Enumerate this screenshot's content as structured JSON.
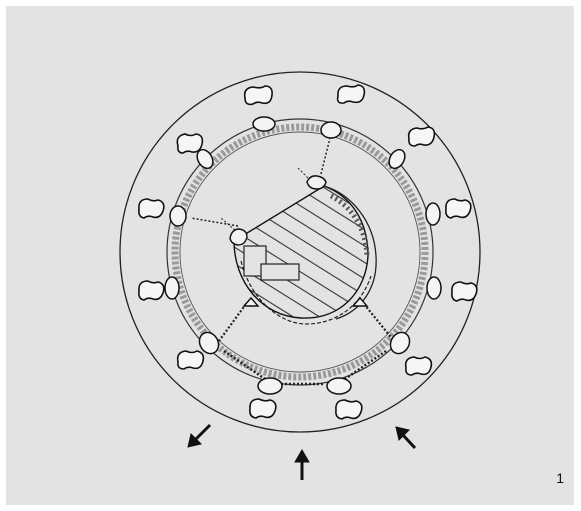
{
  "figure": {
    "panel_number": "1",
    "style": {
      "background": "#e3e3e3",
      "line_color": "#111111"
    },
    "arrows": [
      {
        "direction": "down-left"
      },
      {
        "direction": "up"
      },
      {
        "direction": "up-left"
      }
    ]
  }
}
